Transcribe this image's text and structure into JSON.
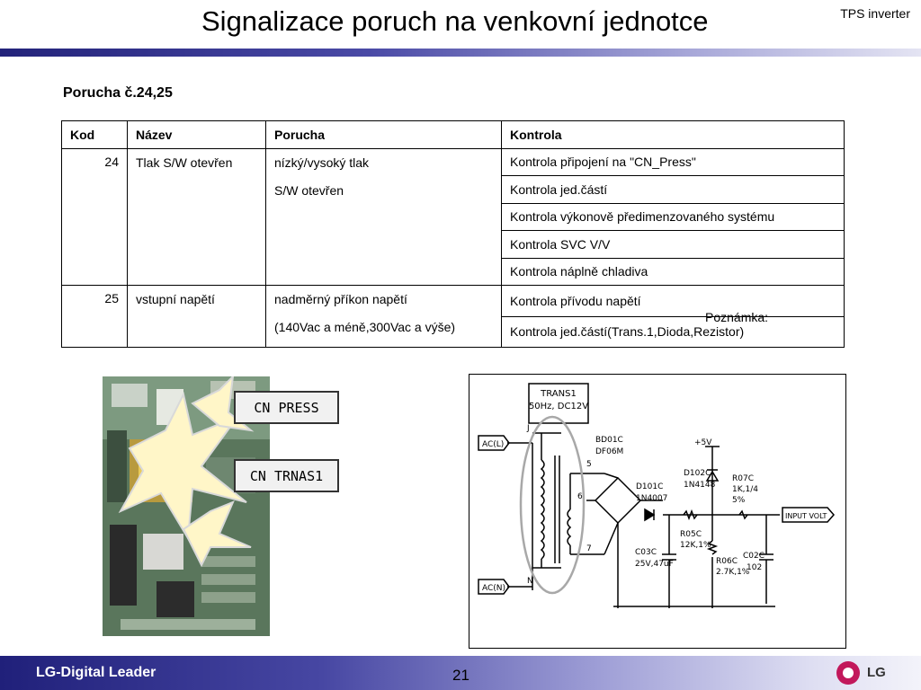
{
  "header": {
    "title": "Signalizace poruch na venkovní jednotce",
    "tag": "TPS inverter"
  },
  "subtitle": "Porucha č.24,25",
  "table": {
    "headers": [
      "Kod",
      "Název",
      "Porucha",
      "Kontrola"
    ],
    "groups": [
      {
        "code": "24",
        "name": "Tlak S/W otevřen",
        "fault_lines": [
          "nízký/vysoký tlak",
          "S/W otevřen"
        ],
        "checks": [
          "Kontrola připojení na \"CN_Press\"",
          "Kontrola jed.částí",
          "Kontrola výkonově předimenzovaného systému",
          "Kontrola SVC V/V",
          "Kontrola náplně chladiva"
        ]
      },
      {
        "code": "25",
        "name": "vstupní napětí",
        "fault_lines": [
          "nadměrný příkon napětí",
          "(140Vac a méně,300Vac a výše)"
        ],
        "checks": [
          "Kontrola přívodu napětí",
          "Kontrola jed.částí(Trans.1,Dioda,Rezistor)"
        ]
      }
    ]
  },
  "note": "Poznámka:",
  "photo": {
    "callouts": [
      "CN PRESS",
      "CN TRNAS1"
    ]
  },
  "schematic": {
    "trans_label": [
      "TRANS1",
      "50Hz, DC12V"
    ],
    "ac_l": "AC(L)",
    "ac_n": "AC(N)",
    "pin_labels": [
      "J",
      "N",
      "5",
      "6",
      "7"
    ],
    "bridge": [
      "BD01C",
      "DF06M"
    ],
    "diode1": [
      "D101C",
      "1N4007"
    ],
    "diode2": [
      "D102C",
      "1N4148"
    ],
    "res1": [
      "R05C",
      "12K,1%"
    ],
    "res2": [
      "R06C",
      "2.7K,1%"
    ],
    "res3": [
      "R07C",
      "1K,1/4",
      "5%"
    ],
    "cap1": [
      "C03C",
      "25V,47uF"
    ],
    "cap2": [
      "C02C",
      "102"
    ],
    "supply": "+5V",
    "output": "INPUT VOLT",
    "colors": {
      "highlight_ellipse": "#a8a8a8"
    }
  },
  "footer": {
    "left": "LG-Digital Leader",
    "page": "21",
    "logo_text": "LG",
    "logo_color": "#c2185b"
  }
}
